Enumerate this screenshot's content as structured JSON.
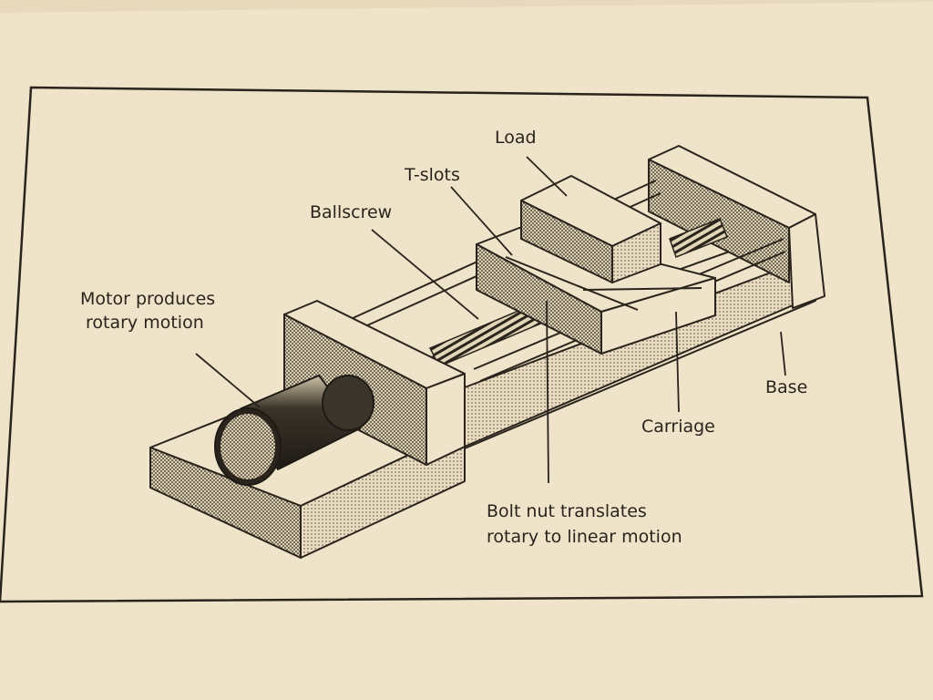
{
  "diagram": {
    "labels": {
      "load": "Load",
      "t_slots": "T-slots",
      "ballscrew": "Ballscrew",
      "motor_line1": "Motor produces",
      "motor_line2": "rotary motion",
      "base": "Base",
      "carriage": "Carriage",
      "bolt_line1": "Bolt nut translates",
      "bolt_line2": "rotary to linear motion"
    },
    "colors": {
      "paper": "#efe3c9",
      "ink": "#2a241c",
      "photo_bg": "#e8d9bd"
    }
  }
}
